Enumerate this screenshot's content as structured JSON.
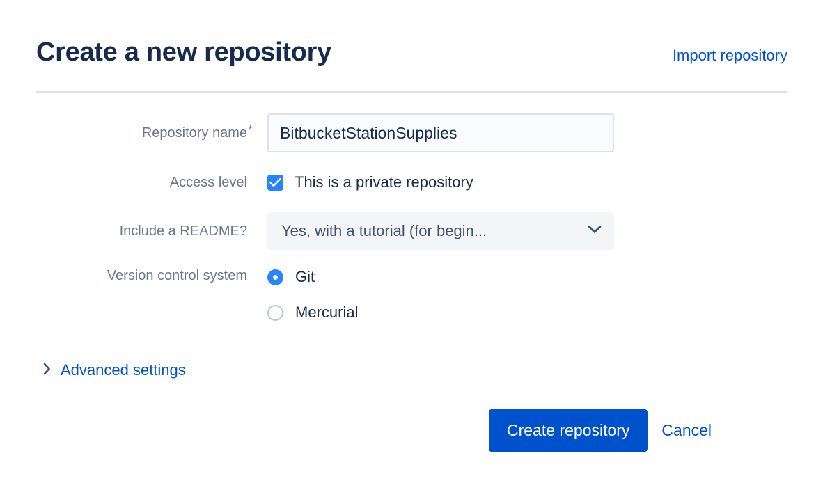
{
  "header": {
    "title": "Create a new repository",
    "import_link": "Import repository"
  },
  "form": {
    "repository_name": {
      "label": "Repository name",
      "required_marker": "*",
      "value": "BitbucketStationSupplies",
      "placeholder": ""
    },
    "access_level": {
      "label": "Access level",
      "checkbox_label": "This is a private repository",
      "checked": true
    },
    "readme": {
      "label": "Include a README?",
      "selected": "Yes, with a tutorial (for begin...",
      "chevron_icon": "chevron-down-icon"
    },
    "version_control": {
      "label": "Version control system",
      "options": [
        {
          "label": "Git",
          "selected": true
        },
        {
          "label": "Mercurial",
          "selected": false
        }
      ]
    },
    "advanced_settings": {
      "label": "Advanced settings",
      "chevron_icon": "chevron-right-icon",
      "expanded": false
    }
  },
  "actions": {
    "submit_label": "Create repository",
    "cancel_label": "Cancel"
  },
  "colors": {
    "link": "#0052CC",
    "primary_button": "#0052CC",
    "title": "#172B4D",
    "label": "#6B778C",
    "control_accent": "#2684FF",
    "required": "#DE605A",
    "divider": "#DFE1E6",
    "select_background": "#F4F5F7",
    "input_background": "#FAFBFC"
  }
}
